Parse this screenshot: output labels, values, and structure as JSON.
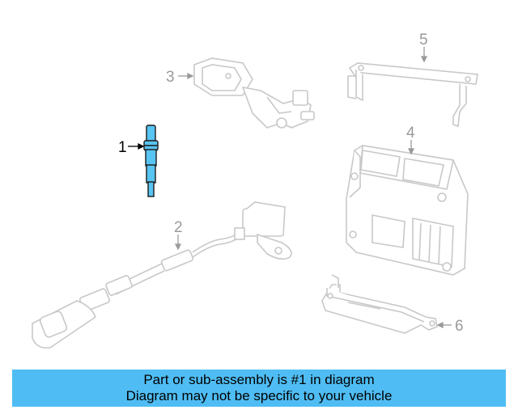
{
  "callouts": {
    "c1": "1",
    "c2": "2",
    "c3": "3",
    "c4": "4",
    "c5": "5",
    "c6": "6"
  },
  "banner": {
    "line1": "Part or sub-assembly is #1 in diagram",
    "line2": "Diagram may not be specific to your vehicle"
  },
  "colors": {
    "highlight_part": "#58c4f2",
    "banner_bg": "#4fbdf4",
    "faded_part": "#c8c8c8",
    "callout_faded": "#9a9a9a",
    "callout_active": "#000000"
  }
}
